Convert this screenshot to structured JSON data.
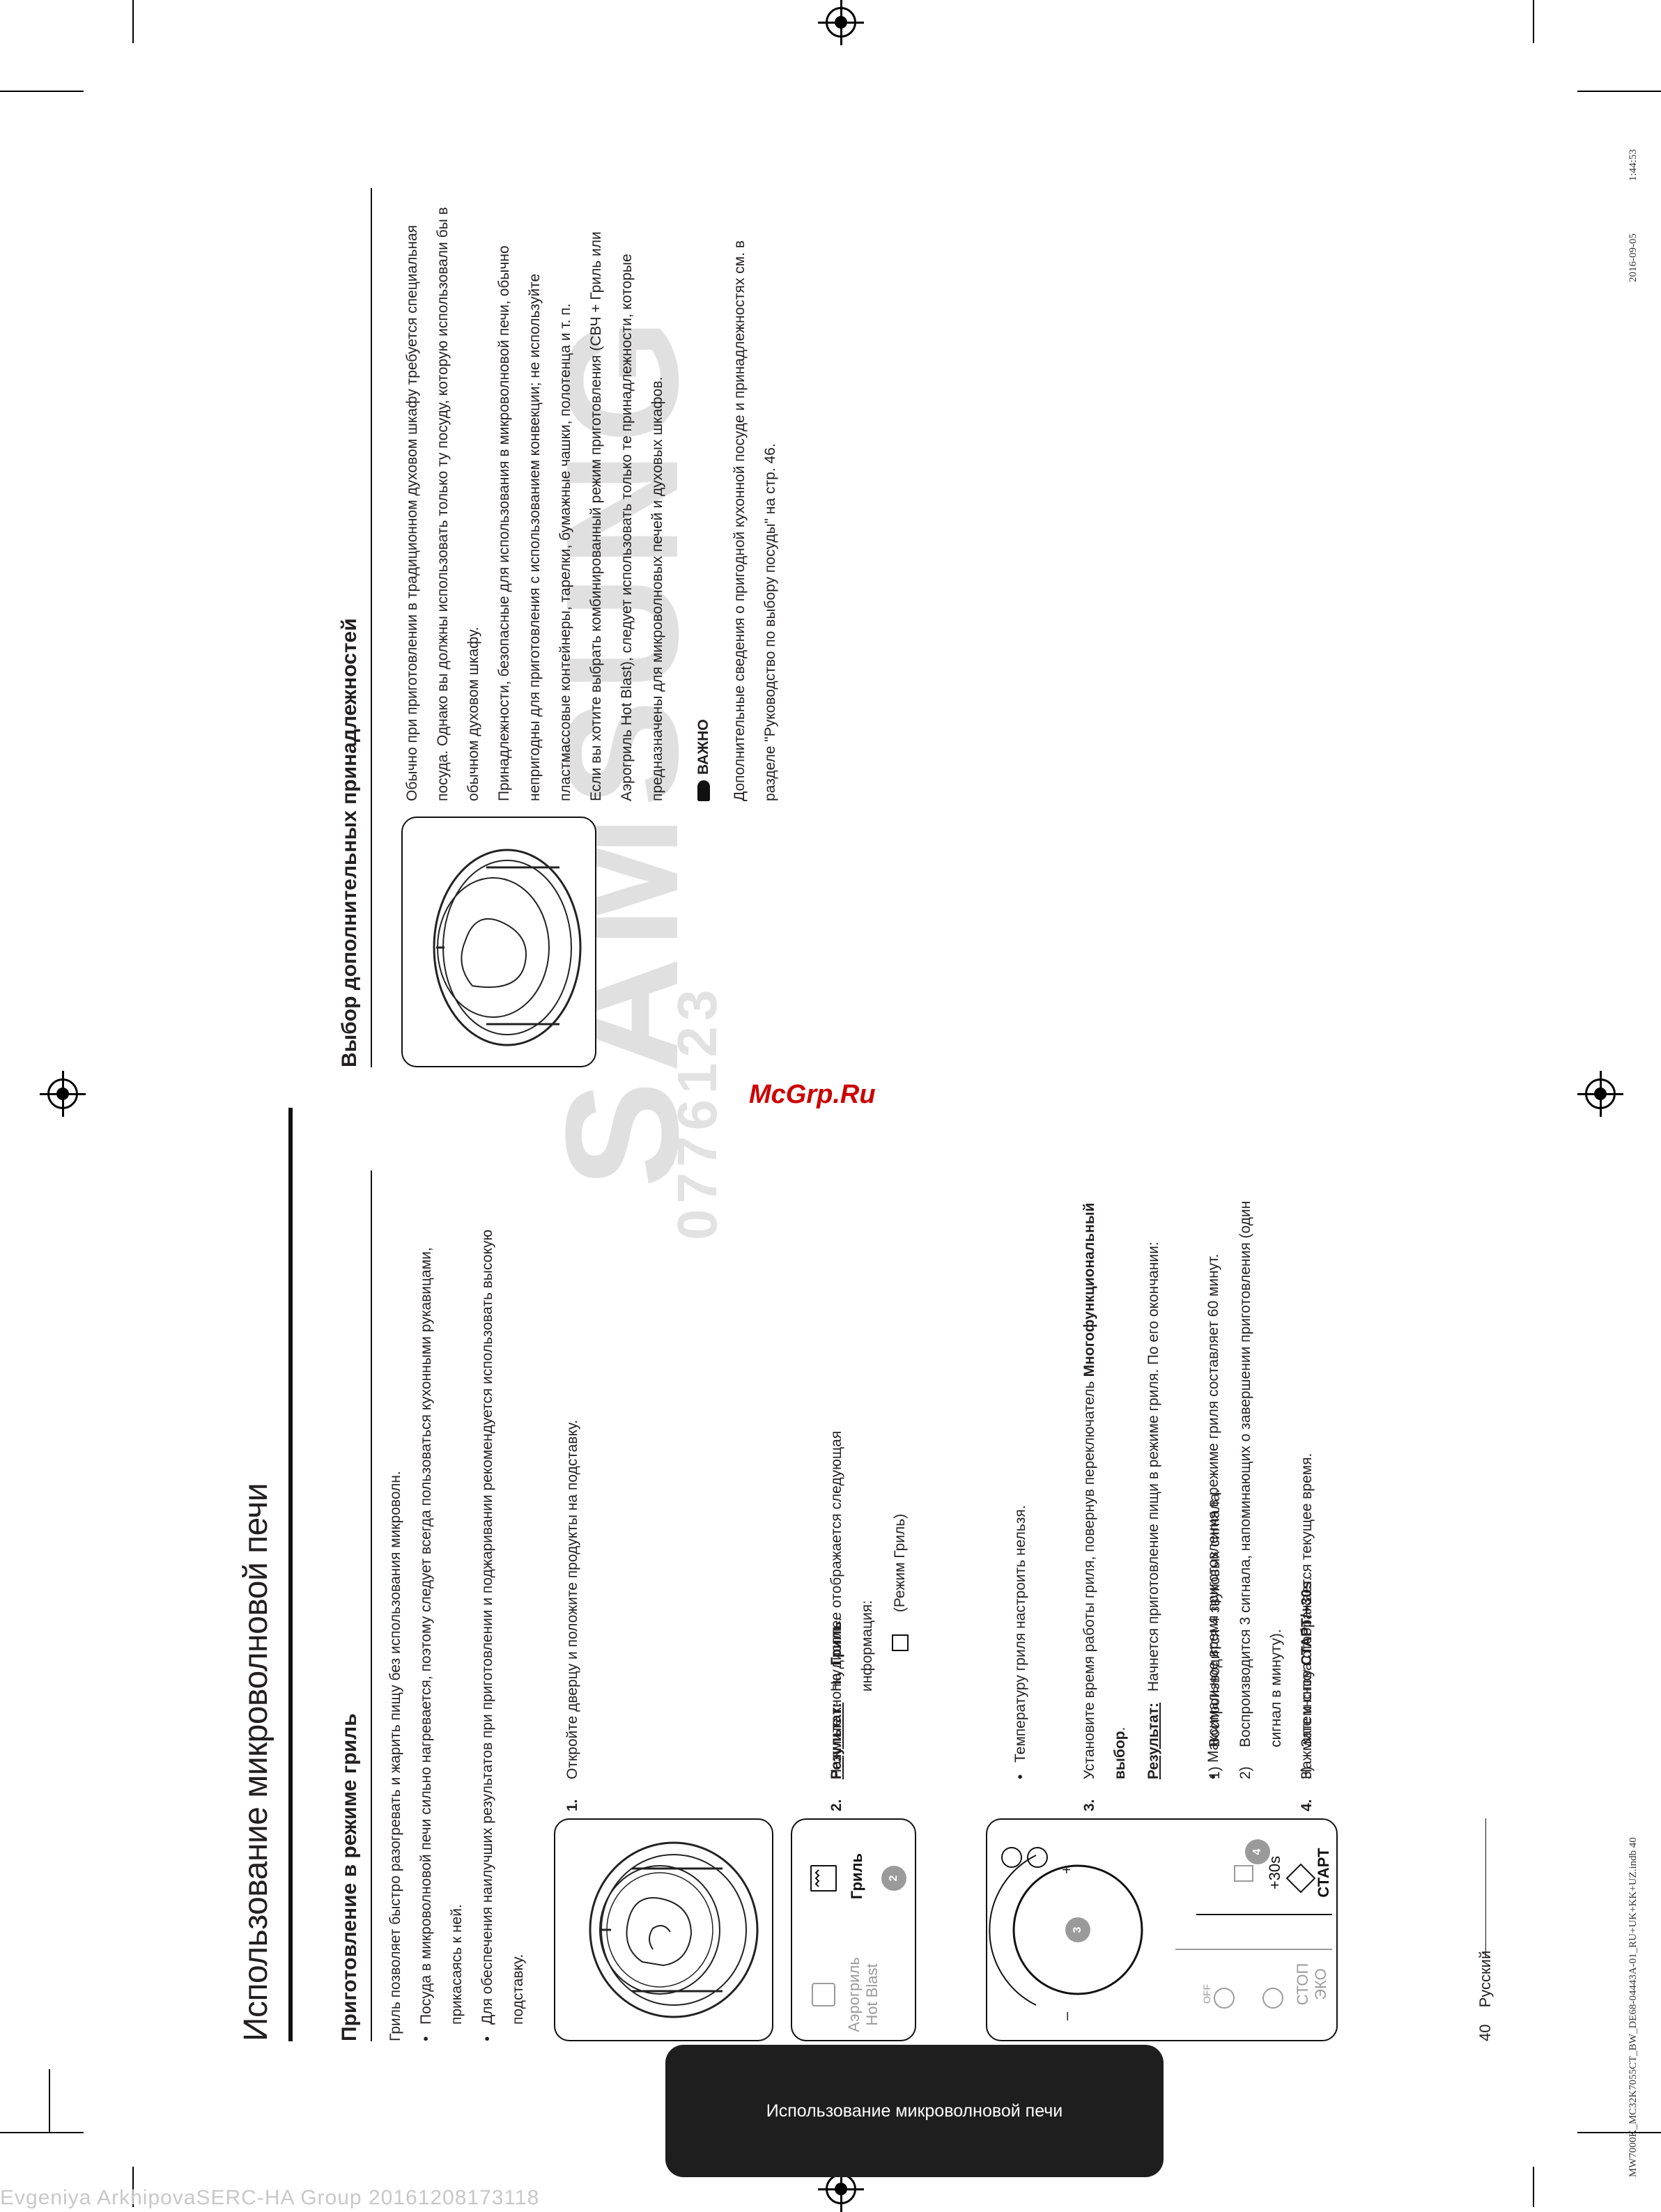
{
  "chapter_title": "Использование микроволновой печи",
  "section_grill": {
    "heading": "Приготовление в режиме гриль",
    "intro": "Гриль позволяет быстро разогревать и жарить пищу без использования микроволн.",
    "bullets": [
      "Посуда в микроволновой печи сильно нагревается, поэтому следует всегда пользоваться кухонными рукавицами, прикасаясь к ней.",
      "Для обеспечения наилучших результатов при приготовлении и поджаривании рекомендуется использовать высокую подставку."
    ],
    "steps": {
      "s1_num": "1.",
      "s1_text": "Откройте дверцу и положите продукты на подставку.",
      "s2_num": "2.",
      "s2_pre": "Нажмите кнопку ",
      "s2_bold": "Гриль",
      "s2_post": ".",
      "s2_result_label": "Результат:",
      "s2_result_text": "На дисплее отображается следующая информация:",
      "s2_mode": "(Режим Гриль)",
      "note_temp": "Температуру гриля настроить нельзя.",
      "s3_num": "3.",
      "s3_pre": "Установите время работы гриля, повернув переключатель ",
      "s3_bold": "Многофункциональный выбор",
      "s3_post": ".",
      "note_max": "Максимальное время приготовления в режиме гриля составляет 60 минут.",
      "s4_num": "4.",
      "s4_pre": "Нажмите кнопку ",
      "s4_bold": "СТАРТ/+30s",
      "s4_post": ".",
      "s4_result_label": "Результат:",
      "s4_result_text": "Начнется приготовление пищи в режиме гриля. По его окончании:",
      "sub": [
        {
          "n": "1)",
          "t": "Воспроизводится 4 звуковых сигнала."
        },
        {
          "n": "2)",
          "t": "Воспроизводится 3 сигнала, напоминающих о завершении приготовления (один сигнал в минуту)."
        },
        {
          "n": "3)",
          "t": "Затем снова отображается текущее время."
        }
      ]
    },
    "panel": {
      "aero_label_1": "Аэрогриль",
      "aero_label_2": "Hot Blast",
      "grill_label": "Гриль",
      "badge2": "2",
      "badge3": "3",
      "badge4": "4",
      "minus": "–",
      "plus": "+",
      "off": "OFF",
      "stop_eco": "СТОП  ЭКО",
      "start_top": "+30s",
      "start_label": "СТАРТ"
    }
  },
  "section_accessories": {
    "heading": "Выбор дополнительных принадлежностей",
    "paragraphs": [
      "Обычно при приготовлении в традиционном духовом шкафу требуется специальная посуда. Однако вы должны использовать только ту посуду, которую использовали бы в обычном духовом шкафу.",
      "Принадлежности, безопасные для использования в микроволновой печи, обычно непригодны для приготовления с использованием конвекции; не используйте пластмассовые контейнеры, тарелки, бумажные чашки, полотенца и т. п.",
      "Если вы хотите выбрать комбинированный режим приготовления (СВЧ + Гриль или Аэрогриль Hot Blast), следует использовать только те принадлежности, которые предназначены для микроволновых печей и духовых шкафов."
    ],
    "important_label": "ВАЖНО",
    "important_text": "Дополнительные сведения о пригодной кухонной посуде и принадлежностях см. в разделе \"Руководство по выбору посуды\" на стр. 46."
  },
  "watermark_brand": "SAMSUNG",
  "watermark_number": "0776123",
  "footer": {
    "page_number": "40",
    "language": "Русский",
    "file_info": "MW7000K_MC32K7055CT_BW_DE68-04443A-01_RU+UK+KK+UZ.indb   40",
    "date": "2016-09-05",
    "time": "1:44:53"
  },
  "side_tab": "Использование микроволновой печи",
  "site_watermark": "McGrp.Ru",
  "bottom_watermark": "Evgeniya ArkhipovaSERC-HA Group 20161208173118"
}
